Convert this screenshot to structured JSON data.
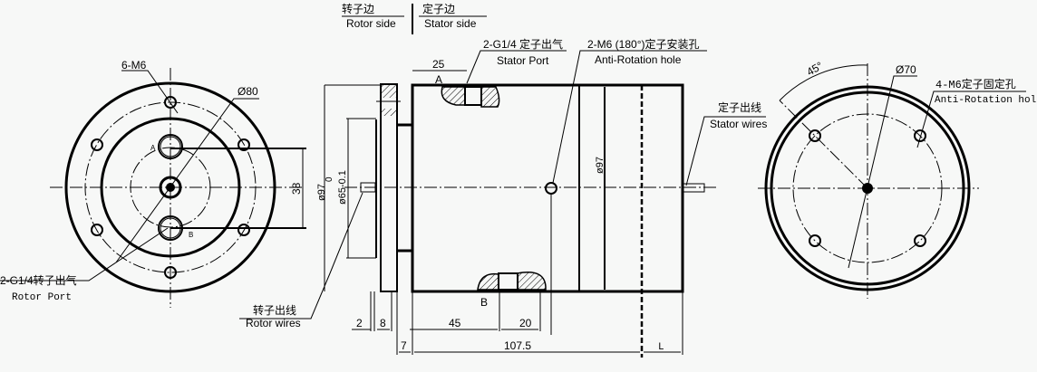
{
  "header": {
    "rotor_side_cn": "转子边",
    "rotor_side_en": "Rotor side",
    "stator_side_cn": "定子边",
    "stator_side_en": "Stator side"
  },
  "left_view": {
    "bolt_label": "6-M6",
    "dia_label": "Ø80",
    "dim_38": "38",
    "port_a": "A",
    "port_b": "B",
    "rotor_port_cn": "2-G1/4转子出气",
    "rotor_port_en": "Rotor Port"
  },
  "side_view": {
    "stator_port_cn": "2-G1/4 定子出气",
    "stator_port_en": "Stator Port",
    "anti_rot_cn": "2-M6 (180°)定子安装孔",
    "anti_rot_en": "Anti-Rotation hole",
    "dim_25": "25",
    "port_a": "A",
    "port_b": "B",
    "dia_97_left": "ø97",
    "dia_65": "ø65-0.1",
    "tol_0": "0",
    "dia_97_body": "ø97",
    "stator_wires_cn": "定子出线",
    "stator_wires_en": "Stator wires",
    "rotor_wires_cn": "转子出线",
    "rotor_wires_en": "Rotor wires",
    "dim_2": "2",
    "dim_8": "8",
    "dim_45": "45",
    "dim_20": "20",
    "dim_7": "7",
    "dim_107": "107.5",
    "dim_L": "L"
  },
  "right_view": {
    "angle": "45°",
    "dia_label": "Ø70",
    "bolt_cn": "4-M6定子固定孔",
    "bolt_en": "Anti-Rotation hole"
  }
}
